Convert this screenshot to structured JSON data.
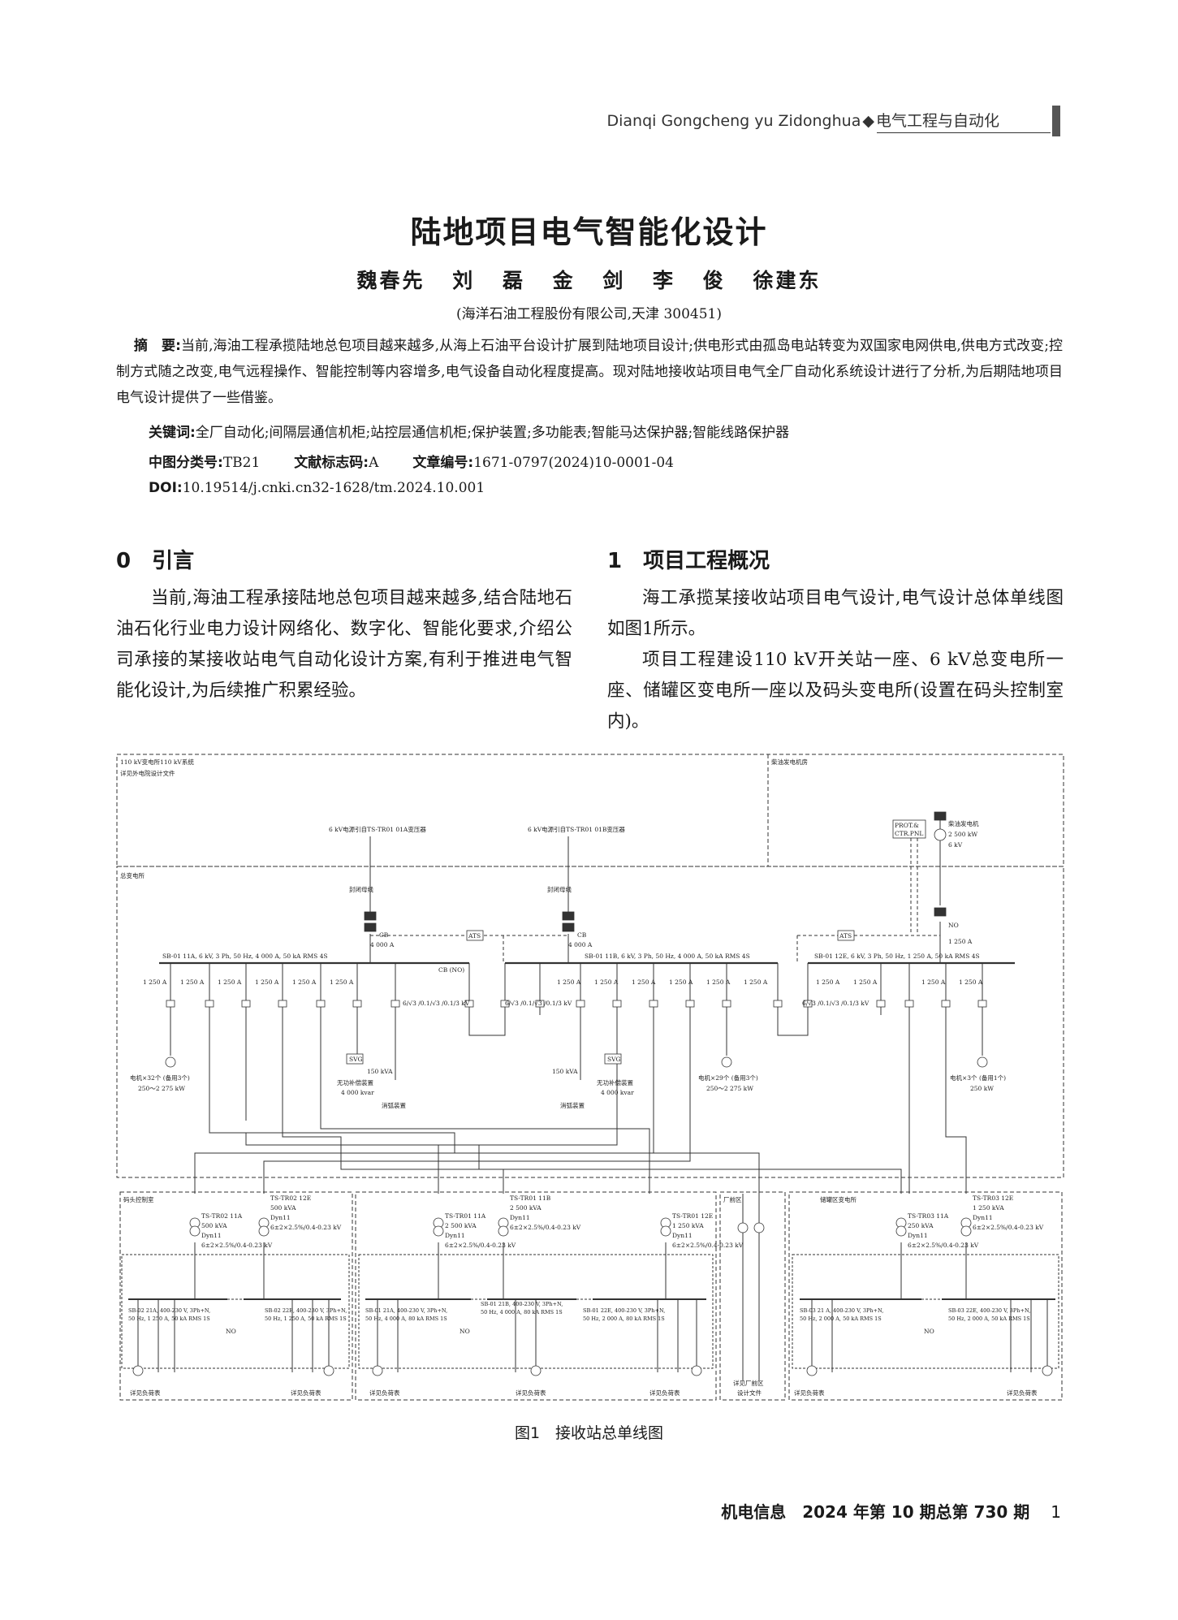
{
  "header": {
    "pinyin": "Dianqi Gongcheng yu Zidonghua",
    "diamond": "◆",
    "journal": "电气工程与自动化"
  },
  "title": "陆地项目电气智能化设计",
  "authors": "魏春先  刘 磊  金 剑  李 俊  徐建东",
  "affiliation": "(海洋石油工程股份有限公司,天津 300451)",
  "abstract": {
    "label": "摘　要:",
    "text": "当前,海油工程承揽陆地总包项目越来越多,从海上石油平台设计扩展到陆地项目设计;供电形式由孤岛电站转变为双国家电网供电,供电方式改变;控制方式随之改变,电气远程操作、智能控制等内容增多,电气设备自动化程度提高。现对陆地接收站项目电气全厂自动化系统设计进行了分析,为后期陆地项目电气设计提供了一些借鉴。"
  },
  "keywords": {
    "label": "关键词:",
    "text": "全厂自动化;间隔层通信机柜;站控层通信机柜;保护装置;多功能表;智能马达保护器;智能线路保护器"
  },
  "classification": {
    "clc_label": "中图分类号:",
    "clc": "TB21",
    "doc_label": "文献标志码:",
    "doc": "A",
    "art_label": "文章编号:",
    "art": "1671-0797(2024)10-0001-04"
  },
  "doi": {
    "label": "DOI:",
    "text": "10.19514/j.cnki.cn32-1628/tm.2024.10.001"
  },
  "section0": {
    "num": "0",
    "title": "引言",
    "para": "当前,海油工程承接陆地总包项目越来越多,结合陆地石油石化行业电力设计网络化、数字化、智能化要求,介绍公司承接的某接收站电气自动化设计方案,有利于推进电气智能化设计,为后续推广积累经验。"
  },
  "section1": {
    "num": "1",
    "title": "项目工程概况",
    "para1": "海工承揽某接收站项目电气设计,电气设计总体单线图如图1所示。",
    "para2": "项目工程建设110 kV开关站一座、6 kV总变电所一座、储罐区变电所一座以及码头变电所(设置在码头控制室内)。"
  },
  "figure": {
    "caption": "图1　接收站总单线图",
    "labels": {
      "area_110kv": "110 kV变电所110 kV系统",
      "area_110kv_note": "详见外电院设计文件",
      "area_generator": "柴油发电机房",
      "feed_a": "6 kV电源引自TS-TR01 01A变压器",
      "feed_b": "6 kV电源引自TS-TR01 01B变压器",
      "prot": "PROT.&",
      "ctr": "CTR.PNL",
      "gen1": "柴油发电机",
      "gen2": "2 500 kW",
      "gen3": "6 kV",
      "area_main": "总变电所",
      "busduct_a": "封闭母线",
      "busduct_b": "封闭母线",
      "cb": "CB",
      "cb_rating": "4 000 A",
      "ats": "ATS",
      "cb_no": "CB (NO)",
      "no": "NO",
      "bus_a": "SB-01 11A, 6 kV, 3 Ph, 50 Hz, 4 000 A, 50 kA RMS 4S",
      "bus_b": "SB-01 11B, 6 kV, 3 Ph, 50 Hz, 4 000 A, 50 kA RMS 4S",
      "bus_c": "SB-01 12E, 6 kV, 3 Ph, 50 Hz, 1 250 A, 50 kA RMS 4S",
      "rating_1250": "1 250 A",
      "vt": "6/√3 /0.1/√3 /0.1/3 kV",
      "svg": "SVG",
      "svg_kva": "150 kVA",
      "svg_dev": "无功补偿装置",
      "svg_kvar": "4 000 kvar",
      "arc": "消弧装置",
      "motor_a1": "电机×32个 (备用3个)",
      "motor_a2": "250～2 275 kW",
      "motor_b1": "电机×29个 (备用3个)",
      "motor_b2": "250～2 275 kW",
      "motor_c1": "电机×3个 (备用1个)",
      "motor_c2": "250 kW",
      "area_dock": "码头控制室",
      "area_plant": "厂前区",
      "area_tank": "储罐区变电所",
      "tr02a": "TS-TR02 11A",
      "tr02e": "TS-TR02 12E",
      "tr01a": "TS-TR01 11A",
      "tr01b": "TS-TR01 11B",
      "tr01e": "TS-TR01 12E",
      "tr03a": "TS-TR03 11A",
      "tr03e": "TS-TR03 12E",
      "kva500": "500 kVA",
      "kva2500": "2 500 kVA",
      "kva1250": "1 250 kVA",
      "kva250": "250 kVA",
      "dyn": "Dyn11",
      "ratio": "6±2×2.5%/0.4-0.23 kV",
      "lv_0221a": "SB-02 21A, 400-230 V, 3Ph+N,",
      "lv_0221a2": "50 Hz, 1 250 A, 50 kA RMS 1S",
      "lv_0222e": "SB-02 22E, 400-230 V, 3Ph+N,",
      "lv_0222e2": "50 Hz, 1 250 A, 50 kA RMS 1S",
      "lv_0121a": "SB-01 21A, 400-230 V, 3Ph+N,",
      "lv_0121a2": "50 Hz, 4 000 A, 80 kA RMS 1S",
      "lv_0121b": "SB-01 21B, 400-230 V, 3Ph+N,",
      "lv_0121b2": "50 Hz, 4 000 A, 80 kA RMS 1S",
      "lv_0122e": "SB-01 22E, 400-230 V, 3Ph+N,",
      "lv_0122e2": "50 Hz, 2 000 A, 80 kA RMS 1S",
      "lv_0321a": "SB-03 21 A, 400-230 V, 3Ph+N,",
      "lv_0321a2": "50 Hz, 2 000 A, 50 kA RMS 1S",
      "lv_0322e": "SB-03 22E, 400-230 V, 3Ph+N,",
      "lv_0322e2": "50 Hz, 2 000 A, 50 kA RMS 1S",
      "load_table": "详见负荷表",
      "plant_note1": "详见厂前区",
      "plant_note2": "设计文件"
    }
  },
  "footer": {
    "journal": "机电信息　2024 年第 10 期总第 730 期",
    "page": "1"
  }
}
